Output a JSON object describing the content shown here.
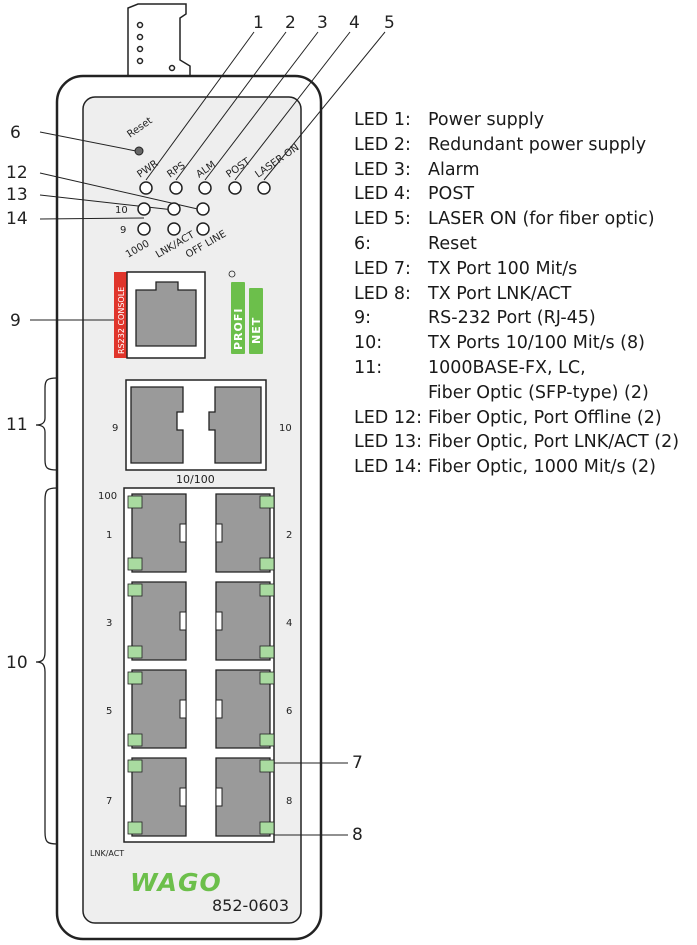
{
  "callouts": {
    "n1": "1",
    "n2": "2",
    "n3": "3",
    "n4": "4",
    "n5": "5",
    "n6": "6",
    "n7": "7",
    "n8": "8",
    "n9": "9",
    "n10": "10",
    "n11": "11",
    "n12": "12",
    "n13": "13",
    "n14": "14"
  },
  "device": {
    "reset_label": "Reset",
    "led_labels": {
      "pwr": "PWR",
      "rps": "RPS",
      "alm": "ALM",
      "post": "POST",
      "laser": "LASER ON",
      "row10": "10",
      "row9": "9",
      "col1000": "1000",
      "lnkact": "LNK/ACT",
      "offline": "OFF LINE"
    },
    "console_label": "RS232 CONSOLE",
    "profinet_top": "PROFI",
    "profinet_bottom": "NET",
    "sfp": {
      "left": "9",
      "right": "10",
      "speed": "10/100"
    },
    "ports": {
      "speed_label": "100",
      "p1": "1",
      "p2": "2",
      "p3": "3",
      "p4": "4",
      "p5": "5",
      "p6": "6",
      "p7": "7",
      "p8": "8",
      "lnk_label": "LNK/ACT"
    },
    "brand": "WAGO",
    "model": "852-0603",
    "brand_color": "#6cbf4b",
    "console_color": "#e0352b",
    "led_green": "#a9dba0"
  },
  "legend": [
    {
      "key": "LED 1:",
      "text": "Power supply"
    },
    {
      "key": "LED 2:",
      "text": "Redundant power supply"
    },
    {
      "key": "LED 3:",
      "text": "Alarm"
    },
    {
      "key": "LED 4:",
      "text": "POST"
    },
    {
      "key": "LED 5:",
      "text": "LASER ON (for fiber optic)"
    },
    {
      "key": "6:",
      "text": "Reset"
    },
    {
      "key": "LED 7:",
      "text": "TX Port 100 Mit/s"
    },
    {
      "key": "LED 8:",
      "text": "TX Port LNK/ACT"
    },
    {
      "key": "9:",
      "text": "RS-232 Port (RJ-45)"
    },
    {
      "key": "10:",
      "text": "TX Ports 10/100 Mit/s (8)"
    },
    {
      "key": "11:",
      "text": "1000BASE-FX, LC,"
    },
    {
      "key": "",
      "text": "Fiber Optic (SFP-type) (2)"
    },
    {
      "key": "LED 12:",
      "text": "Fiber Optic, Port Offline (2)"
    },
    {
      "key": "LED 13:",
      "text": "Fiber Optic, Port LNK/ACT (2)"
    },
    {
      "key": "LED 14:",
      "text": "Fiber Optic, 1000 Mit/s (2)"
    }
  ]
}
